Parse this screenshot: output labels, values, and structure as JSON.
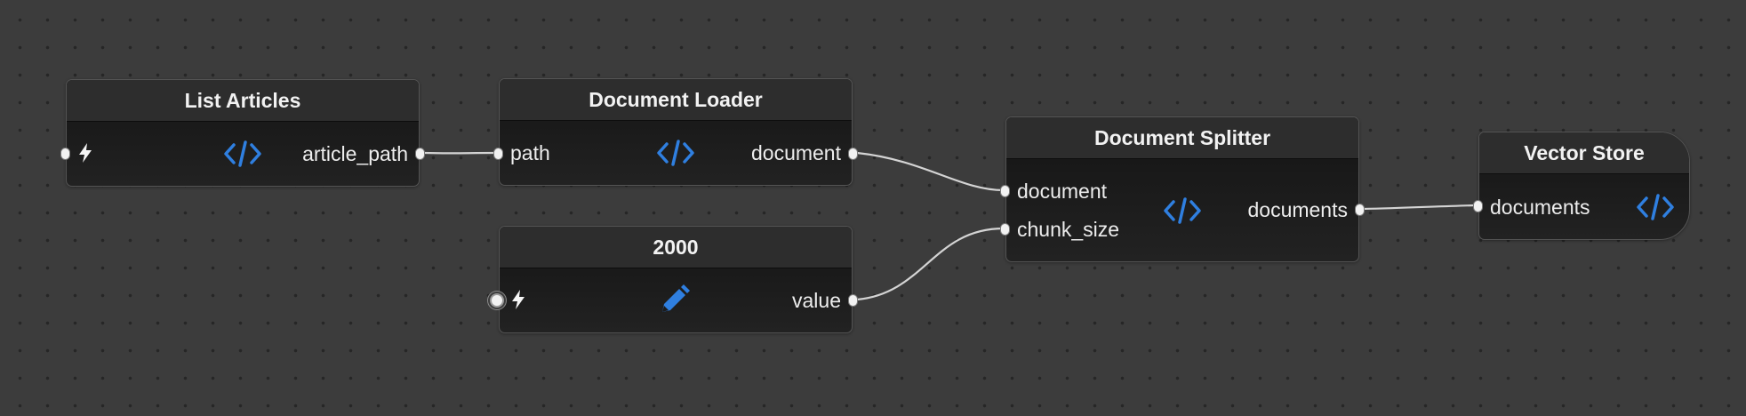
{
  "canvas": {
    "background": "#3c3c3c",
    "node_background": "#1b1b1b",
    "header_background": "#2d2d2d",
    "accent": "#2f7fe0",
    "wire_color": "#d4d4d4"
  },
  "nodes": {
    "list_articles": {
      "title": "List Articles",
      "trigger_icon": "lightning-bolt-icon",
      "type_icon": "code-brackets-icon",
      "outputs": [
        "article_path"
      ]
    },
    "document_loader": {
      "title": "Document Loader",
      "type_icon": "code-brackets-icon",
      "inputs": [
        "path"
      ],
      "outputs": [
        "document"
      ]
    },
    "constant_2000": {
      "title": "2000",
      "trigger_icon": "lightning-bolt-icon",
      "type_icon": "pencil-icon",
      "outputs": [
        "value"
      ]
    },
    "document_splitter": {
      "title": "Document Splitter",
      "type_icon": "code-brackets-icon",
      "inputs": [
        "document",
        "chunk_size"
      ],
      "outputs": [
        "documents"
      ]
    },
    "vector_store": {
      "title": "Vector Store",
      "type_icon": "code-brackets-icon",
      "inputs": [
        "documents"
      ]
    }
  },
  "connections": [
    {
      "from": "List Articles.article_path",
      "to": "Document Loader.path"
    },
    {
      "from": "Document Loader.document",
      "to": "Document Splitter.document"
    },
    {
      "from": "2000.value",
      "to": "Document Splitter.chunk_size"
    },
    {
      "from": "Document Splitter.documents",
      "to": "Vector Store.documents"
    }
  ]
}
